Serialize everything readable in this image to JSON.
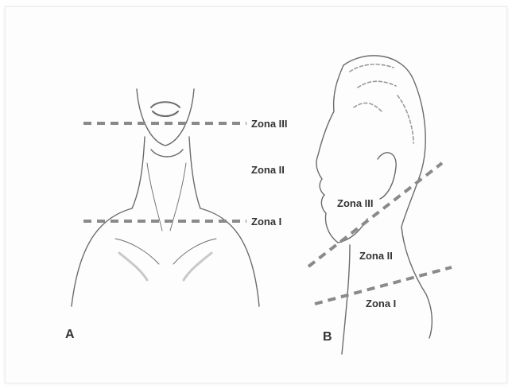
{
  "figure": {
    "panel_a": {
      "label": "A",
      "zones": [
        "Zona III",
        "Zona II",
        "Zona I"
      ]
    },
    "panel_b": {
      "label": "B",
      "zones": [
        "Zona III",
        "Zona II",
        "Zona I"
      ]
    }
  },
  "colors": {
    "line": "#6b6b6b",
    "dash": "#8a8a8a",
    "text": "#333333"
  }
}
